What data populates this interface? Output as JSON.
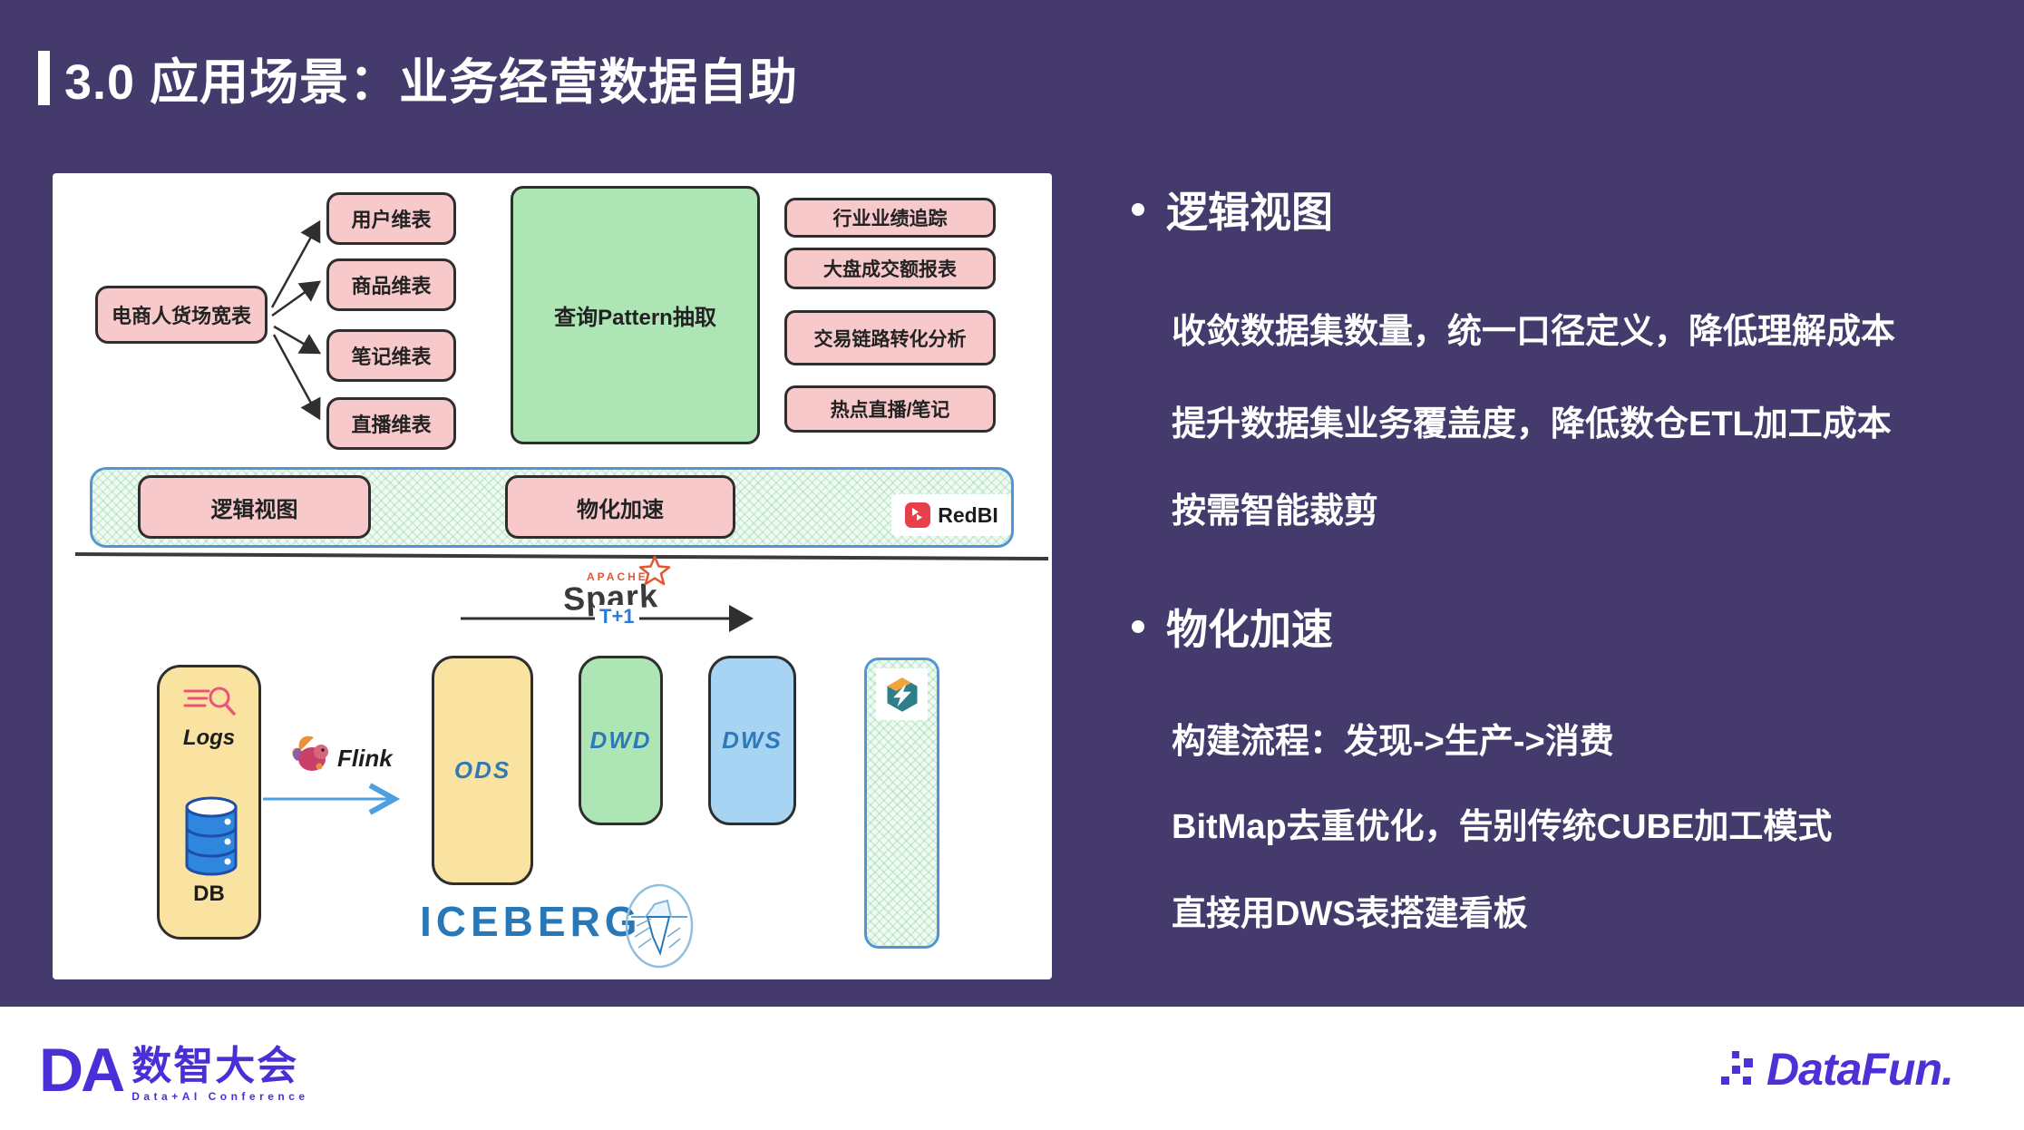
{
  "title": "3.0 应用场景：业务经营数据自助",
  "colors": {
    "background": "#443A6C",
    "box_pink": "#F7C9CB",
    "box_green": "#AEE5B4",
    "box_yellow": "#FAE3A1",
    "box_blue": "#A6D4F2",
    "blue_text": "#2F79B9",
    "banner_border": "#4E97D4",
    "redbi_red": "#E8404A",
    "logo_purple": "#4B2FD6"
  },
  "diagram": {
    "wide_table_label": "电商人货场宽表",
    "dim_tables": [
      "用户维表",
      "商品维表",
      "笔记维表",
      "直播维表"
    ],
    "pattern_label": "查询Pattern抽取",
    "reports": [
      "行业业绩追踪",
      "大盘成交额报表",
      "交易链路转化分析",
      "热点直播/笔记"
    ],
    "banner": {
      "logical_view": "逻辑视图",
      "materialize": "物化加速",
      "redbi_label": "RedBI"
    },
    "spark": {
      "apache": "APACHE",
      "name": "Spark",
      "t1": "T+1"
    },
    "source": {
      "logs": "Logs",
      "db": "DB"
    },
    "flink_label": "Flink",
    "ods": "ODS",
    "dwd": "DWD",
    "dws": "DWS",
    "iceberg": "ICEBERG"
  },
  "bullets": [
    {
      "heading": "逻辑视图",
      "items": [
        "收敛数据集数量，统一口径定义，降低理解成本",
        "提升数据集业务覆盖度，降低数仓ETL加工成本",
        "按需智能裁剪"
      ]
    },
    {
      "heading": "物化加速",
      "items": [
        "构建流程：发现->生产->消费",
        "BitMap去重优化，告别传统CUBE加工模式",
        "直接用DWS表搭建看板"
      ]
    }
  ],
  "footer": {
    "da_text": "DA",
    "da_name": "数智大会",
    "da_sub": "Data+AI Conference",
    "datafun": "DataFun."
  }
}
